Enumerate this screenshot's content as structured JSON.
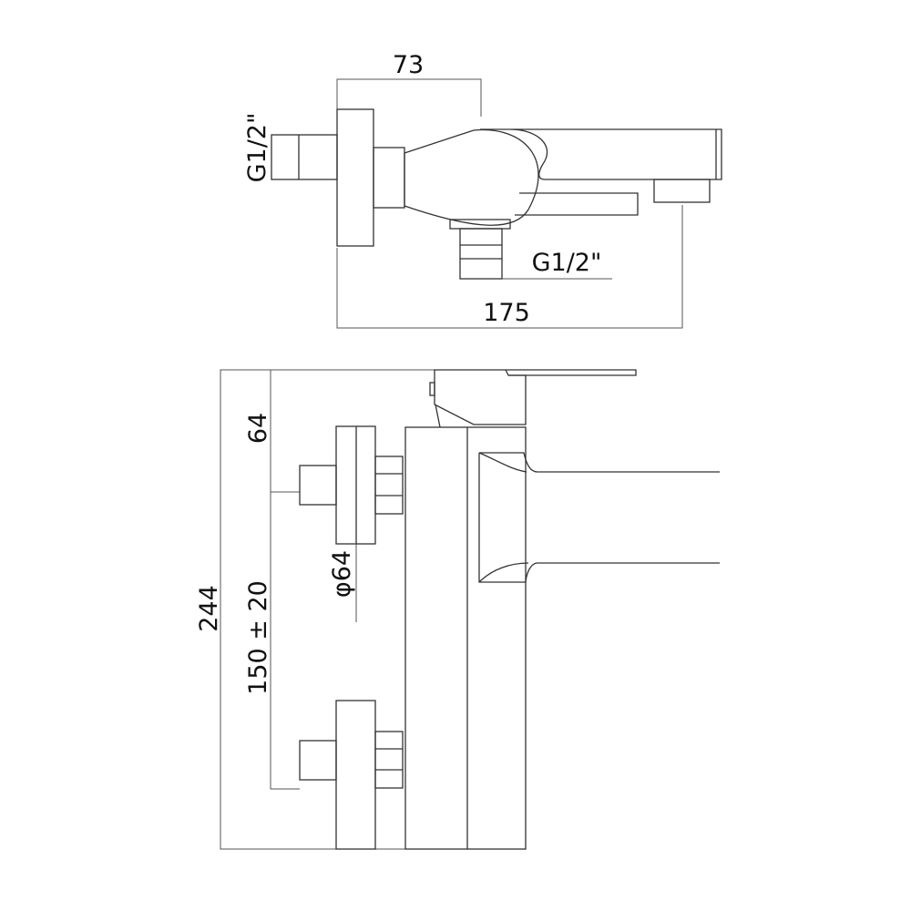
{
  "top_view": {
    "width_dim": "73",
    "overall_depth_dim": "175",
    "inlet_thread_label": "G1/2\"",
    "outlet_thread_label": "G1/2\""
  },
  "front_view": {
    "top_offset_dim": "64",
    "inlet_centers_dim": "150 ± 20",
    "overall_height_dim": "244",
    "flange_diameter_dim": "φ64"
  }
}
